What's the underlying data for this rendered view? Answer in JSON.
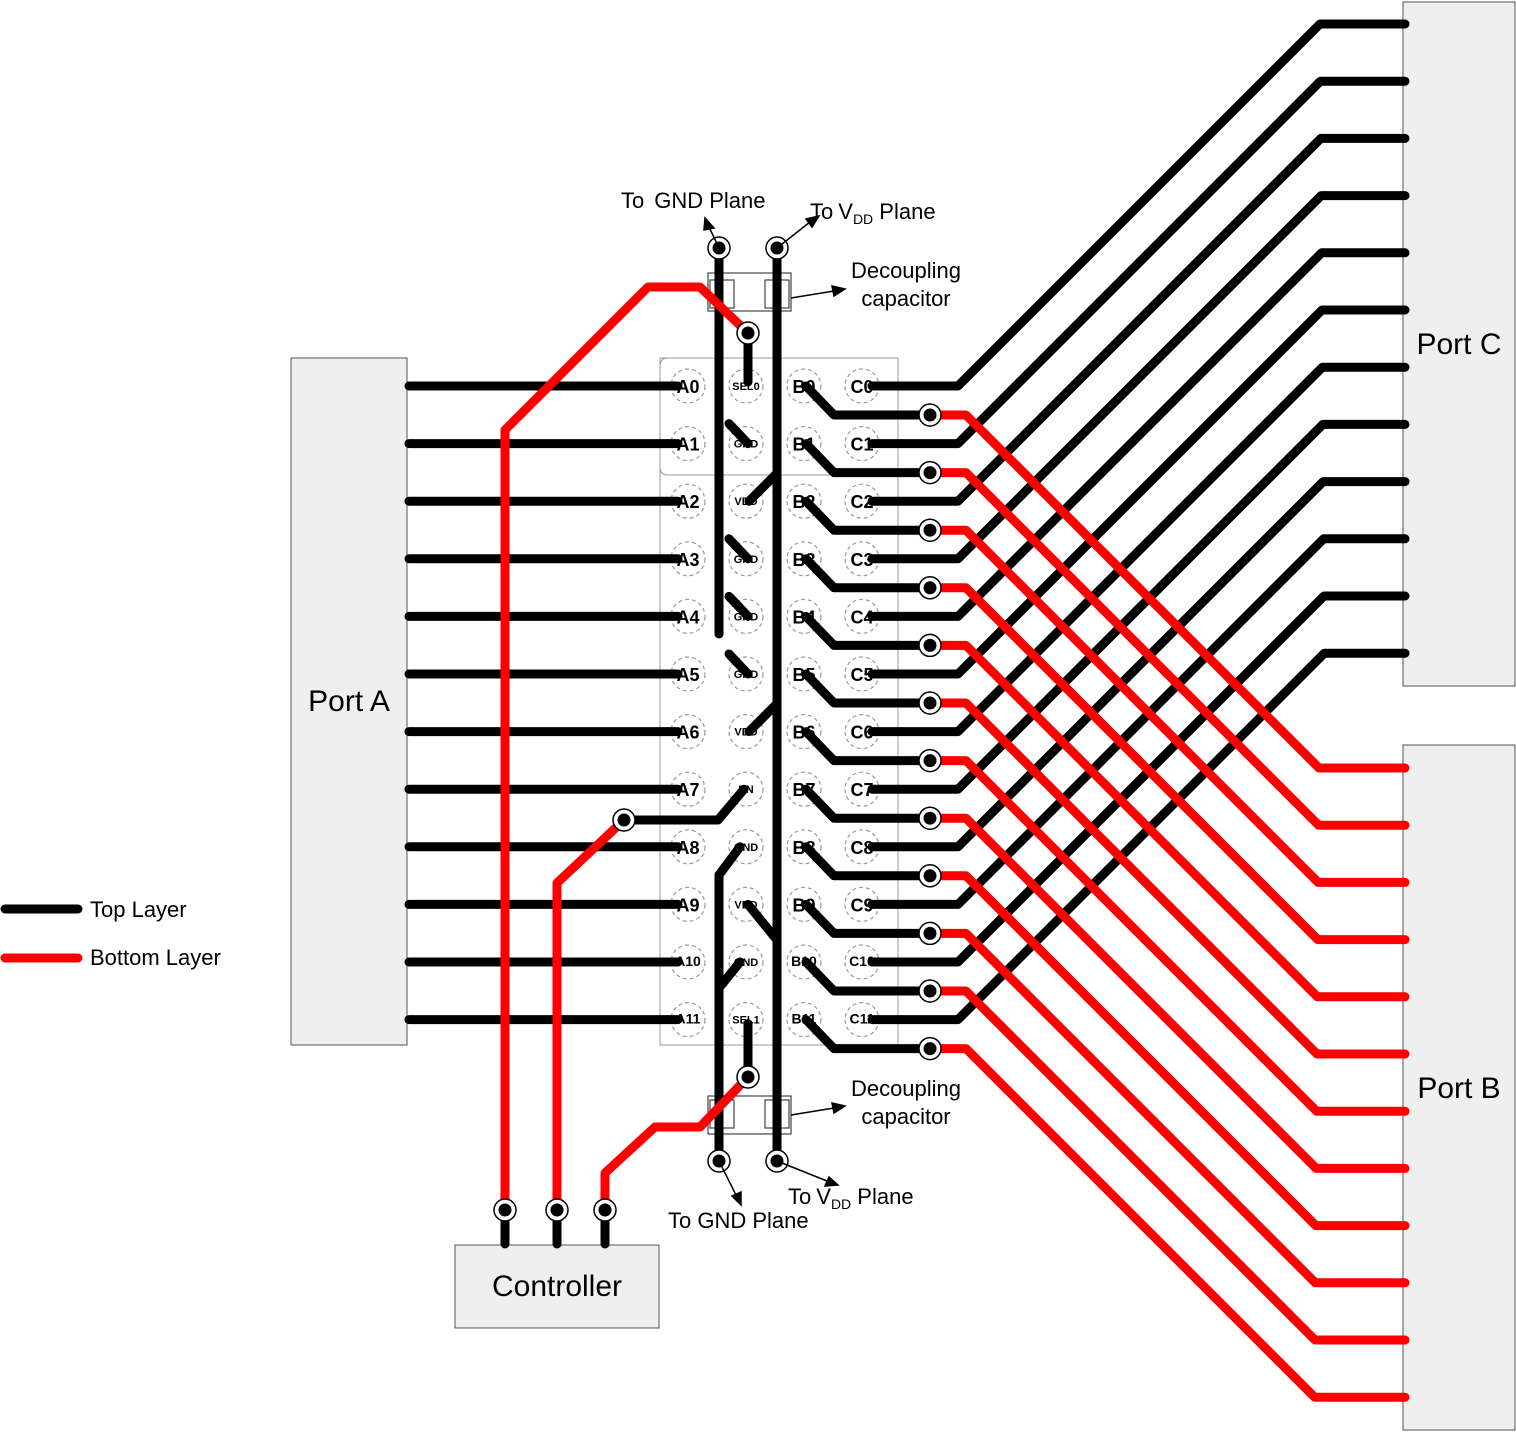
{
  "ports": {
    "port_a": "Port A",
    "port_b": "Port B",
    "port_c": "Port C",
    "controller": "Controller"
  },
  "legend": {
    "top_layer": "Top Layer",
    "bottom_layer": "Bottom Layer",
    "top_color": "#000000",
    "bottom_color": "#ff0000"
  },
  "annotations": {
    "to": "To",
    "gnd_plane": "GND Plane",
    "to_gnd_plane": "To  GND Plane",
    "vdd_v": "V",
    "vdd_sub": "DD",
    "plane": " Plane",
    "decoupling": "Decoupling",
    "capacitor": "capacitor"
  },
  "pins": {
    "col_a": [
      "A0",
      "A1",
      "A2",
      "A3",
      "A4",
      "A5",
      "A6",
      "A7",
      "A8",
      "A9",
      "A10",
      "A11"
    ],
    "col_mid": [
      "SEL0",
      "GND",
      "VDD",
      "GND",
      "GND",
      "GND",
      "VDD",
      "EN",
      "GND",
      "VDD",
      "GND",
      "SEL1"
    ],
    "col_b": [
      "B0",
      "B1",
      "B2",
      "B3",
      "B4",
      "B5",
      "B6",
      "B7",
      "B8",
      "B9",
      "B10",
      "B11"
    ],
    "col_c": [
      "C0",
      "C1",
      "C2",
      "C3",
      "C4",
      "C5",
      "C6",
      "C7",
      "C8",
      "C9",
      "C10",
      "C11"
    ]
  }
}
